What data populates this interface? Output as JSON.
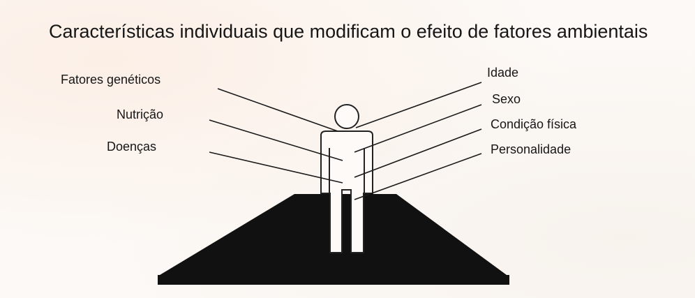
{
  "diagram": {
    "title": "Características individuais que modificam o efeito de fatores ambientais",
    "left_factors": [
      "Fatores genéticos",
      "Nutrição",
      "Doenças"
    ],
    "right_factors": [
      "Idade",
      "Sexo",
      "Condição física",
      "Personalidade"
    ]
  }
}
